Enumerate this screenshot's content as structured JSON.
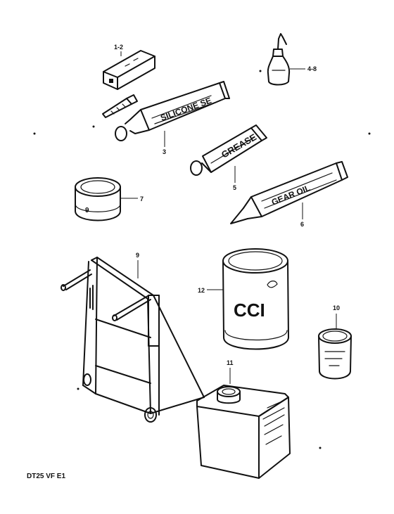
{
  "callouts": {
    "c1": "1-2",
    "c3": "3",
    "c4": "4-8",
    "c5": "5",
    "c6": "6",
    "c7": "7",
    "c9": "9",
    "c10": "10",
    "c11": "11",
    "c12": "12"
  },
  "labels": {
    "tube_silicone": "SILICONE SE",
    "tube_grease": "GREASE",
    "tube_gear_oil": "GEAR OIL",
    "can_cci": "CCI",
    "small_tin": "9"
  },
  "footer": "DT25 VF E1"
}
